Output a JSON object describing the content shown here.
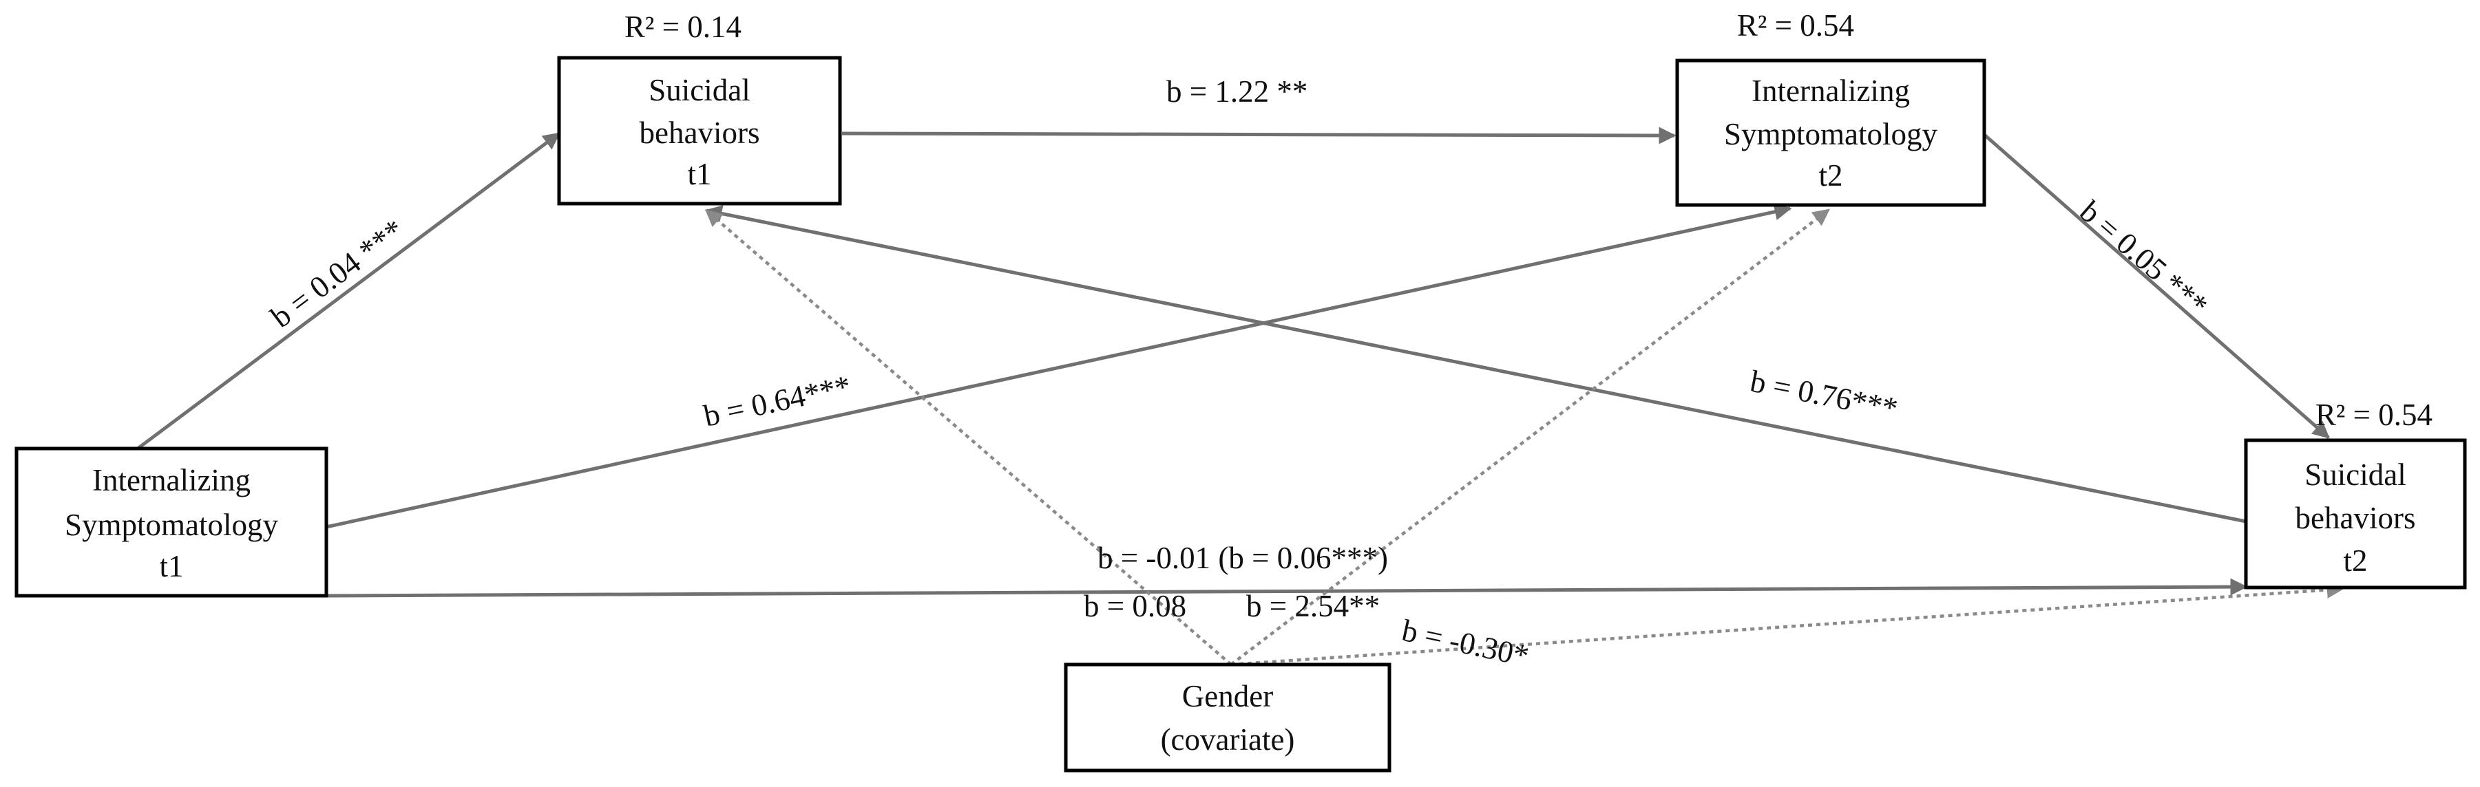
{
  "nodes": {
    "internalizing_t1": {
      "lines": [
        "Internalizing",
        "Symptomatology",
        "t1"
      ]
    },
    "suicidal_t1": {
      "lines": [
        "Suicidal",
        "behaviors",
        "t1"
      ]
    },
    "internalizing_t2": {
      "lines": [
        "Internalizing",
        "Symptomatology",
        "t2"
      ]
    },
    "suicidal_t2": {
      "lines": [
        "Suicidal",
        "behaviors",
        "t2"
      ]
    },
    "gender": {
      "lines": [
        "Gender",
        "(covariate)"
      ]
    }
  },
  "r_squared": {
    "suicidal_t1": "R² = 0.14",
    "internalizing_t2": "R² = 0.54",
    "suicidal_t2": "R² = 0.54"
  },
  "paths": {
    "int_t1_to_sui_t1": "b = 0.04 ***",
    "sui_t1_to_int_t2": "b = 1.22 **",
    "int_t2_to_sui_t2": "b = 0.05 ***",
    "int_t1_to_int_t2": "b = 0.64***",
    "sui_t1_to_sui_t2": "b = 0.76***",
    "int_t1_to_sui_t2": "b = -0.01 (b = 0.06***)",
    "gender_to_sui_t1": "b = 0.08",
    "gender_to_int_t2": "b = 2.54**",
    "gender_to_sui_t2": "b = -0.30*"
  },
  "colors": {
    "solid_path": "#707070",
    "dotted_path": "#8a8a8a",
    "box_border": "#000000"
  }
}
